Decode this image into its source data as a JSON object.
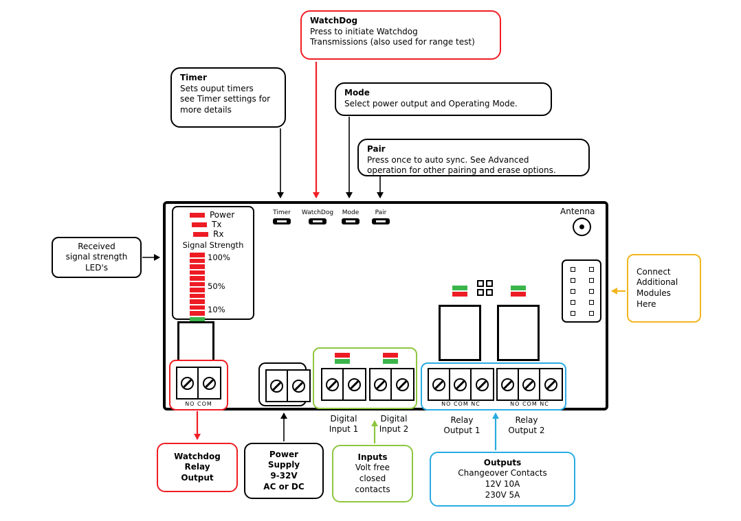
{
  "colors": {
    "black": "#000000",
    "red": "#f01d23",
    "green": "#8dc63f",
    "blue": "#29abe2",
    "yellow": "#f2b51c",
    "led_red": "#ed1c24",
    "led_green": "#3ab54a"
  },
  "callouts": {
    "watchdog": {
      "title": "WatchDog",
      "body": "Press to initiate Watchdog\nTransmissions (also used for range test)"
    },
    "timer": {
      "title": "Timer",
      "body": "Sets ouput timers\nsee Timer settings for\nmore details"
    },
    "mode": {
      "title": "Mode",
      "body": "Select power output and Operating Mode."
    },
    "pair": {
      "title": "Pair",
      "body": "Press once to auto sync. See Advanced\noperation for other pairing and erase options."
    },
    "received_signal": {
      "body": "Received\nsignal strength\nLED's"
    },
    "connect_modules": {
      "body": "Connect\nAdditional\nModules\nHere"
    },
    "watchdog_relay": {
      "body": "Watchdog\nRelay\nOutput"
    },
    "power_supply": {
      "body": "Power\nSupply\n9-32V\nAC or DC"
    },
    "inputs": {
      "title": "Inputs",
      "body": "Volt free closed\ncontacts"
    },
    "outputs": {
      "title": "Outputs",
      "body": "Changeover Contacts\n12V 10A\n230V 5A"
    }
  },
  "board": {
    "status_leds": [
      "Power",
      "Tx",
      "Rx"
    ],
    "signal_strength_label": "Signal Strength",
    "signal_levels": [
      "100%",
      "50%",
      "10%"
    ],
    "buttons": [
      "Timer",
      "WatchDog",
      "Mode",
      "Pair"
    ],
    "antenna_label": "Antenna",
    "watchdog_terminal_label": "NO COM",
    "relay_output_1_terminal_label": "NO COM NC",
    "relay_output_2_terminal_label": "NO COM NC",
    "port_labels": {
      "digital_input_1": "Digital\nInput 1",
      "digital_input_2": "Digital\nInput 2",
      "relay_output_1": "Relay\nOutput 1",
      "relay_output_2": "Relay\nOutput 2"
    }
  }
}
